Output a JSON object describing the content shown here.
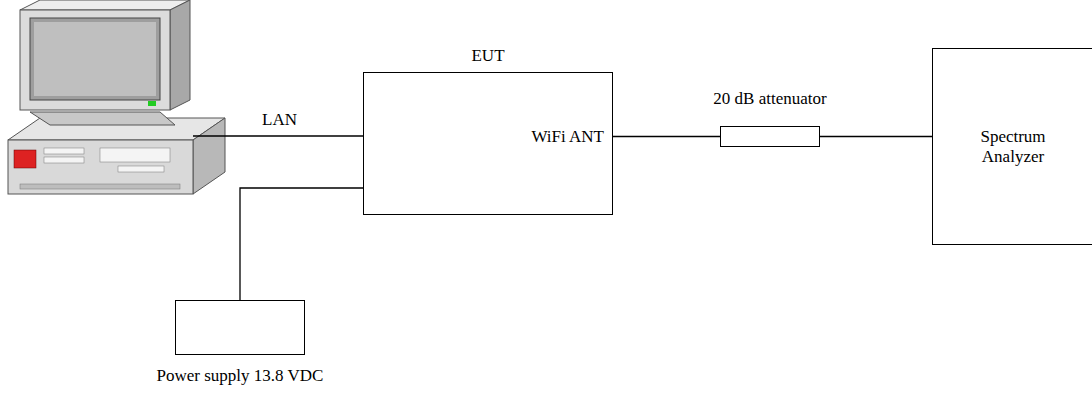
{
  "diagram": {
    "nodes": [
      {
        "text": [
          "EUT",
          "WiFi ANT"
        ]
      },
      {
        "text": [
          "20 dB attenuator"
        ]
      },
      {
        "text": [
          "Spectrum Analyzer"
        ]
      },
      {
        "text": [
          "Power supply 13.8 VDC"
        ]
      }
    ],
    "edges": [
      {
        "from": 0,
        "to": 1,
        "arrow": "none"
      },
      {
        "from": 1,
        "to": 2,
        "arrow": "none"
      },
      {
        "from": 3,
        "to": 0,
        "arrow": "none"
      }
    ],
    "labels": [
      "LAN"
    ]
  }
}
